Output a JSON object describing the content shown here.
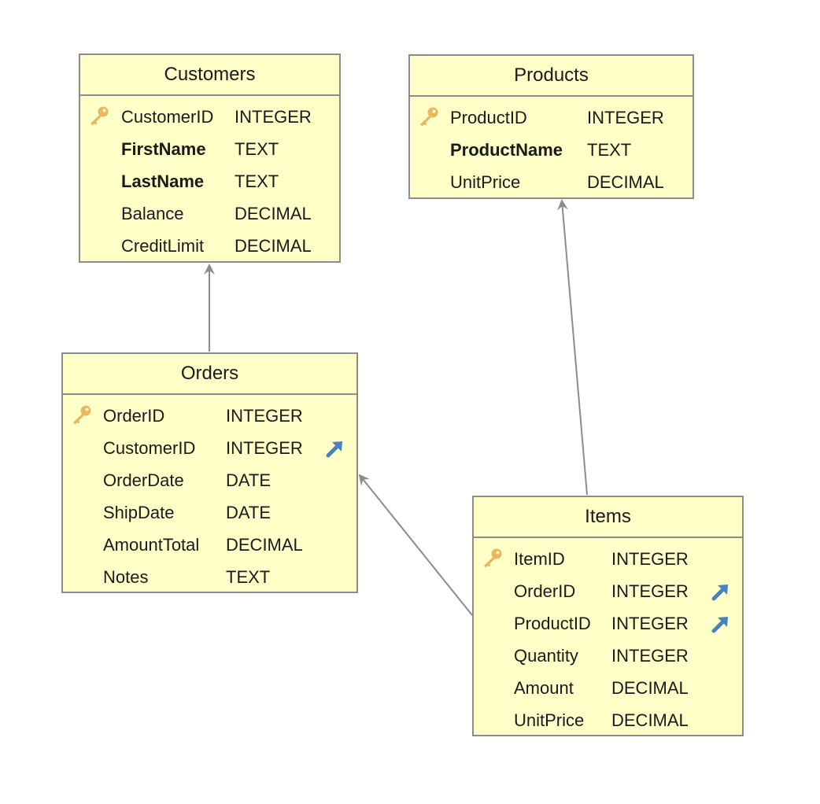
{
  "colors": {
    "entity_fill": "#ffffc8",
    "entity_border": "#8c8c8c",
    "connector": "#8c8c8c",
    "key_icon": "#e8b860",
    "fk_icon": "#4a82c0"
  },
  "entities": {
    "customers": {
      "title": "Customers",
      "fields": [
        {
          "name": "CustomerID",
          "type": "INTEGER",
          "pk": true,
          "fk": false,
          "bold": false
        },
        {
          "name": "FirstName",
          "type": "TEXT",
          "pk": false,
          "fk": false,
          "bold": true
        },
        {
          "name": "LastName",
          "type": "TEXT",
          "pk": false,
          "fk": false,
          "bold": true
        },
        {
          "name": "Balance",
          "type": "DECIMAL",
          "pk": false,
          "fk": false,
          "bold": false
        },
        {
          "name": "CreditLimit",
          "type": "DECIMAL",
          "pk": false,
          "fk": false,
          "bold": false
        }
      ]
    },
    "products": {
      "title": "Products",
      "fields": [
        {
          "name": "ProductID",
          "type": "INTEGER",
          "pk": true,
          "fk": false,
          "bold": false
        },
        {
          "name": "ProductName",
          "type": "TEXT",
          "pk": false,
          "fk": false,
          "bold": true
        },
        {
          "name": "UnitPrice",
          "type": "DECIMAL",
          "pk": false,
          "fk": false,
          "bold": false
        }
      ]
    },
    "orders": {
      "title": "Orders",
      "fields": [
        {
          "name": "OrderID",
          "type": "INTEGER",
          "pk": true,
          "fk": false,
          "bold": false
        },
        {
          "name": "CustomerID",
          "type": "INTEGER",
          "pk": false,
          "fk": true,
          "bold": false
        },
        {
          "name": "OrderDate",
          "type": "DATE",
          "pk": false,
          "fk": false,
          "bold": false
        },
        {
          "name": "ShipDate",
          "type": "DATE",
          "pk": false,
          "fk": false,
          "bold": false
        },
        {
          "name": "AmountTotal",
          "type": "DECIMAL",
          "pk": false,
          "fk": false,
          "bold": false
        },
        {
          "name": "Notes",
          "type": "TEXT",
          "pk": false,
          "fk": false,
          "bold": false
        }
      ]
    },
    "items": {
      "title": "Items",
      "fields": [
        {
          "name": "ItemID",
          "type": "INTEGER",
          "pk": true,
          "fk": false,
          "bold": false
        },
        {
          "name": "OrderID",
          "type": "INTEGER",
          "pk": false,
          "fk": true,
          "bold": false
        },
        {
          "name": "ProductID",
          "type": "INTEGER",
          "pk": false,
          "fk": true,
          "bold": false
        },
        {
          "name": "Quantity",
          "type": "INTEGER",
          "pk": false,
          "fk": false,
          "bold": false
        },
        {
          "name": "Amount",
          "type": "DECIMAL",
          "pk": false,
          "fk": false,
          "bold": false
        },
        {
          "name": "UnitPrice",
          "type": "DECIMAL",
          "pk": false,
          "fk": false,
          "bold": false
        }
      ]
    }
  },
  "relationships": [
    {
      "from": "orders",
      "to": "customers"
    },
    {
      "from": "items",
      "to": "orders"
    },
    {
      "from": "items",
      "to": "products"
    }
  ]
}
